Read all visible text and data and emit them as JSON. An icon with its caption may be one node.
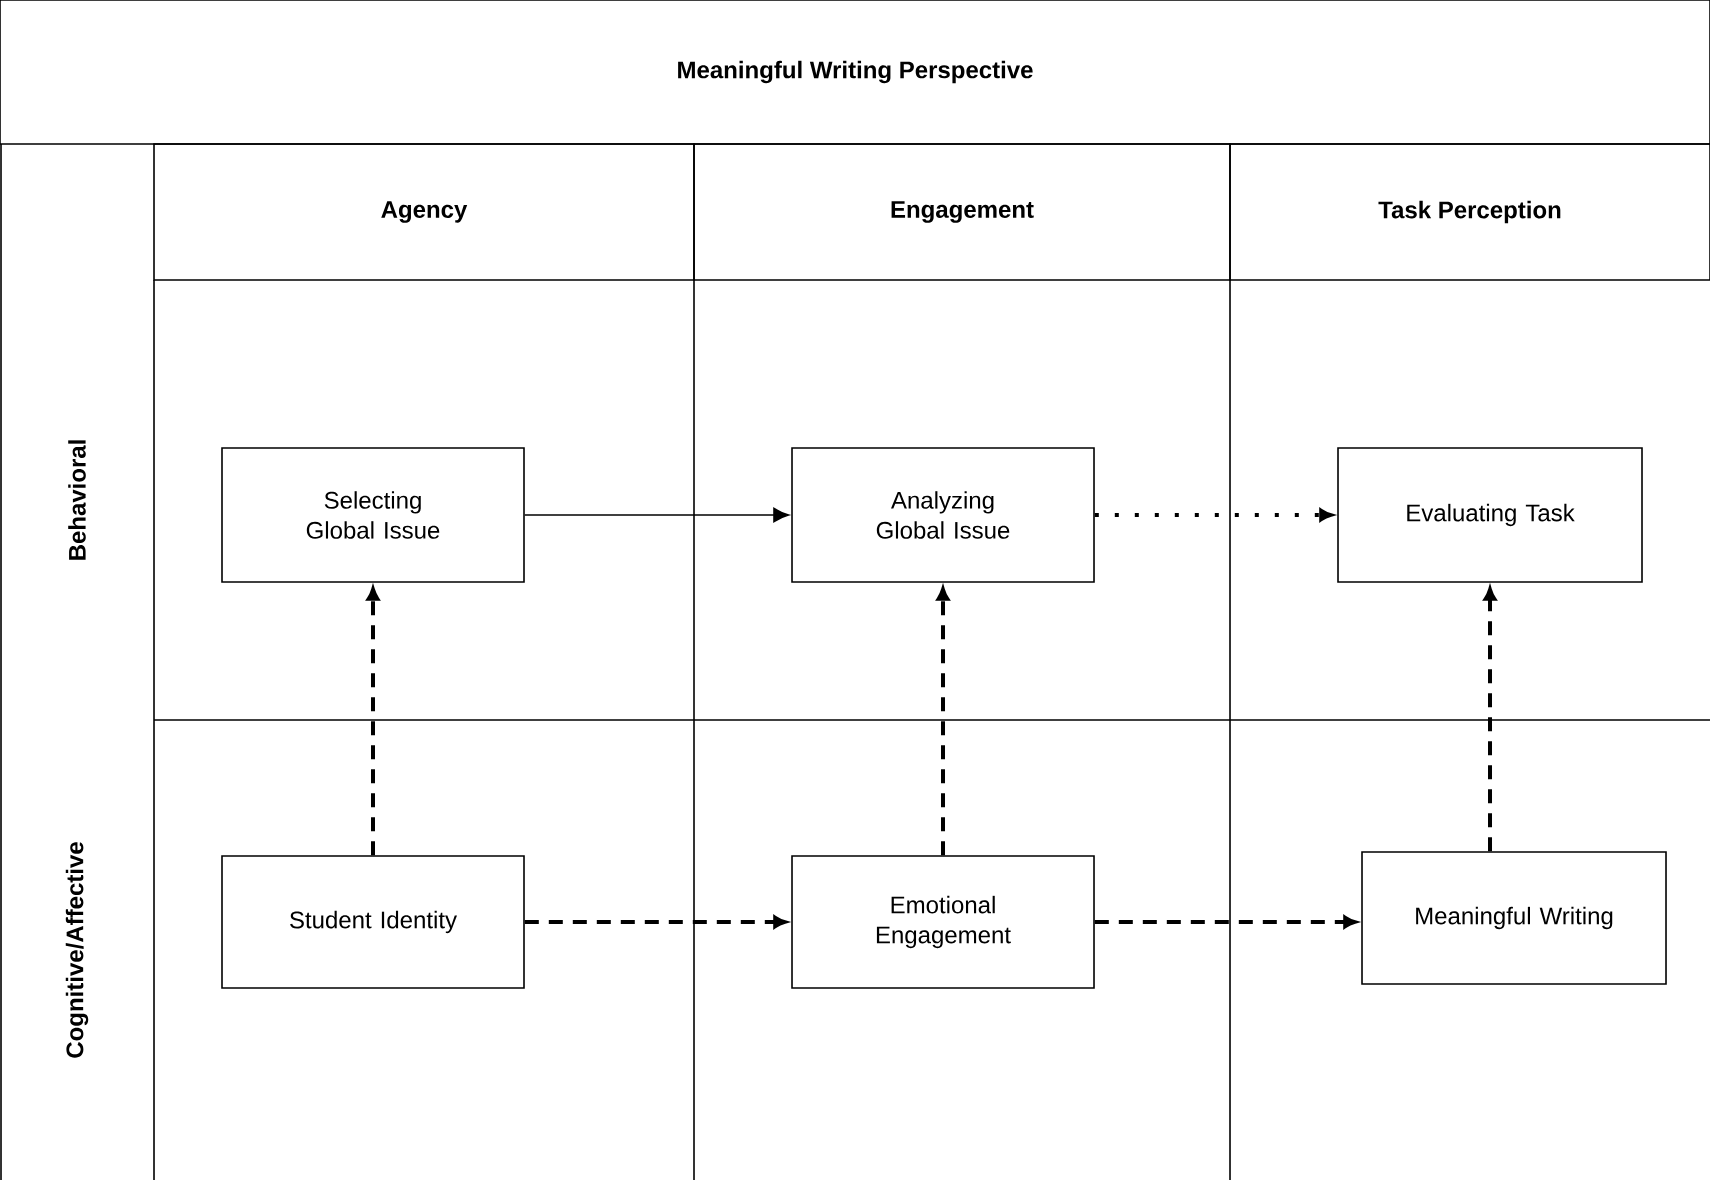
{
  "diagram": {
    "nodes": [
      {
        "text": [
          "Meaningful Writing Perspective"
        ]
      },
      {
        "text": [
          "Agency"
        ]
      },
      {
        "text": [
          "Engagement"
        ]
      },
      {
        "text": [
          "Task Perception"
        ]
      },
      {
        "text": [
          "Behavioral"
        ]
      },
      {
        "text": [
          "Cognitive/Affective"
        ]
      },
      {
        "text": [
          "Selecting Global Issue"
        ]
      },
      {
        "text": [
          "Analyzing Global Issue"
        ]
      },
      {
        "text": [
          "Evaluating Task"
        ]
      },
      {
        "text": [
          "Student Identity"
        ]
      },
      {
        "text": [
          "Emotional Engagement"
        ]
      },
      {
        "text": [
          "Meaningful Writing"
        ]
      }
    ],
    "edges": [
      {
        "from": 6,
        "to": 7,
        "arrow": "to"
      },
      {
        "from": 7,
        "to": 8,
        "arrow": "to",
        "style": "dashed"
      },
      {
        "from": 9,
        "to": 6,
        "arrow": "to",
        "style": "dashed"
      },
      {
        "from": 10,
        "to": 7,
        "arrow": "to",
        "style": "dashed"
      },
      {
        "from": 11,
        "to": 8,
        "arrow": "to",
        "style": "dashed"
      },
      {
        "from": 9,
        "to": 10,
        "arrow": "to",
        "style": "dashed"
      },
      {
        "from": 10,
        "to": 11,
        "arrow": "to",
        "style": "dashed"
      }
    ]
  }
}
